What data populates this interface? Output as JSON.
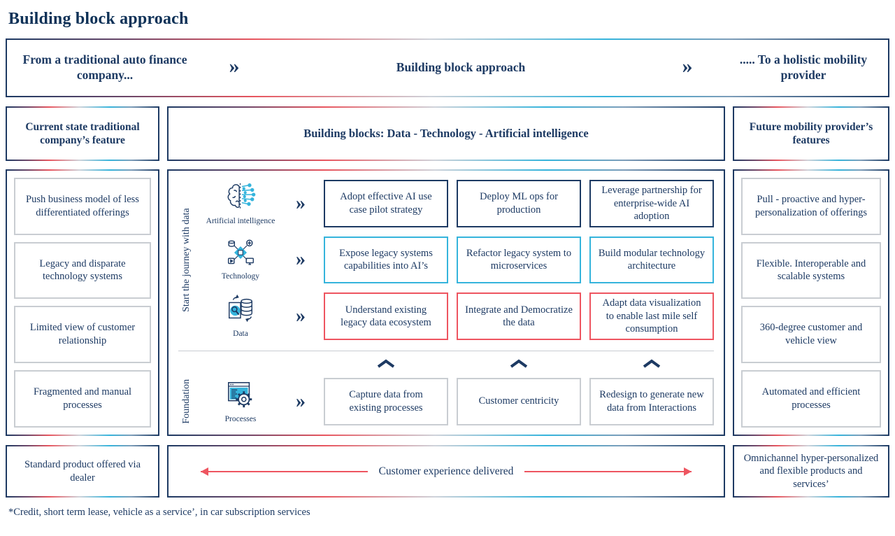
{
  "title": "Building block approach",
  "colors": {
    "navy": "#1d3a63",
    "cyan": "#35b4dc",
    "red": "#ee5560",
    "gray_border": "#c9cdd2"
  },
  "top_bar": {
    "from": "From a traditional auto finance company...",
    "center": "Building block approach",
    "to": "..... To a holistic mobility provider",
    "chevron": "»"
  },
  "headers": {
    "left": "Current state traditional company’s feature",
    "center": "Building blocks: Data - Technology - Artificial intelligence",
    "right": "Future mobility provider’s features"
  },
  "left_column": [
    "Push business model of less differentiated offerings",
    "Legacy and disparate technology systems",
    "Limited view of customer relationship",
    "Fragmented and manual processes"
  ],
  "right_column": [
    "Pull - proactive and hyper-personalization of offerings",
    "Flexible. Interoperable and scalable systems",
    "360-degree customer and vehicle view",
    "Automated and efficient processes"
  ],
  "middle": {
    "journey_label": "Start the journey with data",
    "foundation_label": "Foundation",
    "rows": [
      {
        "icon": "artificial-intelligence-icon",
        "label": "Artificial intelligence",
        "style": "navy",
        "boxes": [
          "Adopt effective AI use case pilot strategy",
          "Deploy ML ops for production",
          "Leverage partnership for enterprise-wide AI adoption"
        ]
      },
      {
        "icon": "technology-icon",
        "label": "Technology",
        "style": "cyan",
        "boxes": [
          "Expose legacy systems capabilities into AI’s",
          "Refactor legacy system to microservices",
          "Build modular technology architecture"
        ]
      },
      {
        "icon": "data-icon",
        "label": "Data",
        "style": "red",
        "boxes": [
          "Understand existing legacy data ecosystem",
          "Integrate and Democratize the data",
          "Adapt data visualization to enable last mile self consumption"
        ]
      },
      {
        "icon": "processes-icon",
        "label": "Processes",
        "style": "gray",
        "boxes": [
          "Capture data from existing processes",
          "Customer centricity",
          "Redesign to generate new data from Interactions"
        ]
      }
    ]
  },
  "bottom": {
    "left": "Standard product offered via dealer",
    "center": "Customer experience delivered",
    "right": "Omnichannel hyper-personalized and flexible products and services’"
  },
  "footnote": "*Credit, short term lease, vehicle as a service’, in car subscription services"
}
